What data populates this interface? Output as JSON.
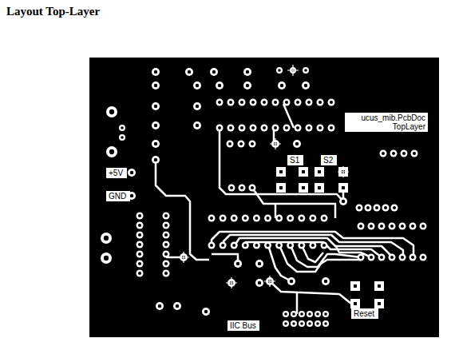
{
  "diagram": {
    "title": "Layout Top-Layer",
    "nodes": [
      {
        "text": [
          "ucus_mib.PcbDoc TopLayer"
        ]
      },
      {
        "text": [
          "S1"
        ]
      },
      {
        "text": [
          "S2"
        ]
      },
      {
        "text": [
          "+5V"
        ]
      },
      {
        "text": [
          "GND"
        ]
      },
      {
        "text": [
          "Reset"
        ]
      },
      {
        "text": [
          "IIC Bus"
        ]
      }
    ]
  }
}
